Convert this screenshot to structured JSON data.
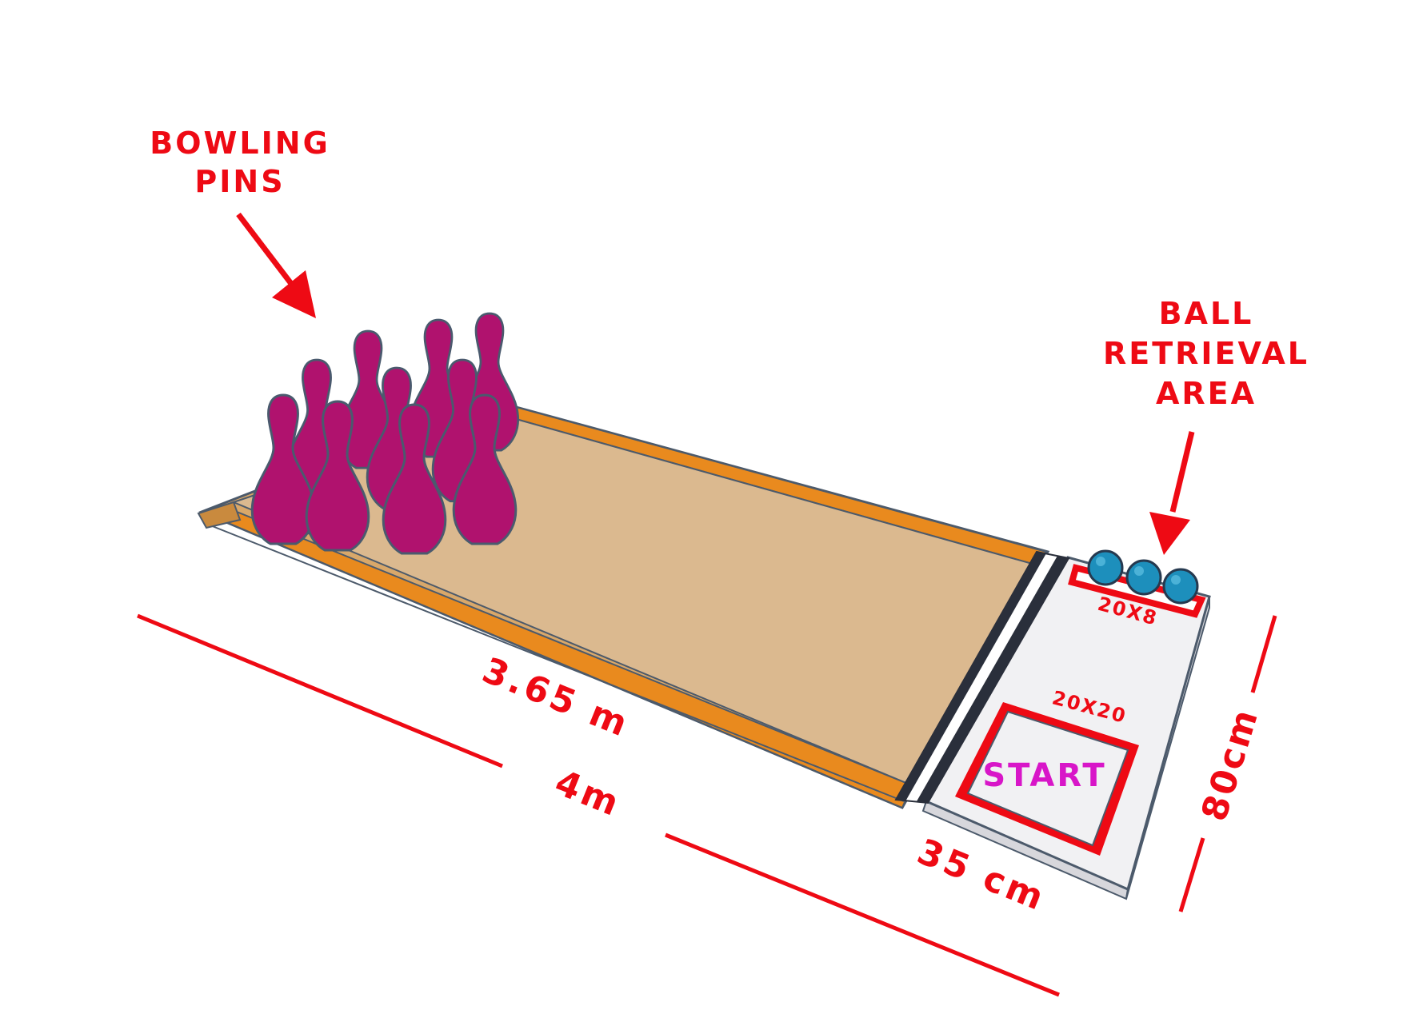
{
  "colors": {
    "annotation": "#ee0a14",
    "start_text": "#d816c8",
    "lane": "#dbb98f",
    "gutter": "#e98a1e",
    "pin": "#b0126e",
    "ball": "#1d8fbc",
    "platform": "#f1f1f3",
    "foul_line": "#2a2f3b",
    "outline": "#4c5a6b"
  },
  "labels": {
    "pins_line1": "BOWLING",
    "pins_line2": "PINS",
    "retrieval_line1": "BALL",
    "retrieval_line2": "RETRIEVAL",
    "retrieval_line3": "AREA",
    "retrieval_size": "20X8",
    "start_size": "20X20",
    "start": "START"
  },
  "dimensions": {
    "lane_length": "3.65 m",
    "total_length": "4m",
    "platform_length": "35 cm",
    "width": "80cm"
  },
  "pins": {
    "count": 10
  },
  "balls": {
    "count": 3
  }
}
